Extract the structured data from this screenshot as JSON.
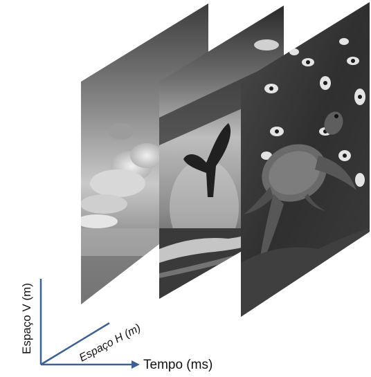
{
  "axes": {
    "vertical_label": "Espaço V (m)",
    "horizontal_label": "Espaço H (m)",
    "time_label": "Tempo (ms)",
    "axis_color": "#3a6096"
  },
  "frames": [
    {
      "name": "sky-clouds-frame",
      "description_icon": "sky-clouds-image"
    },
    {
      "name": "whale-tail-frame",
      "description_icon": "whale-tail-image"
    },
    {
      "name": "sea-turtle-frame",
      "description_icon": "sea-turtle-image"
    }
  ]
}
